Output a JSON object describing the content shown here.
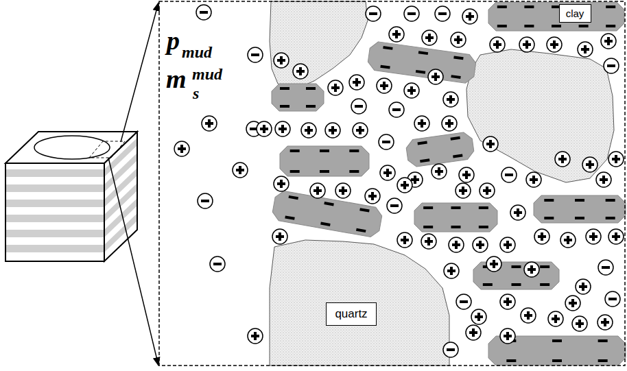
{
  "diagram": {
    "nodes": [
      {
        "text": [
          "clay"
        ]
      },
      {
        "text": [
          "quartz"
        ]
      }
    ],
    "labels": [
      "p",
      "mud",
      "m",
      "mud",
      "s"
    ]
  }
}
